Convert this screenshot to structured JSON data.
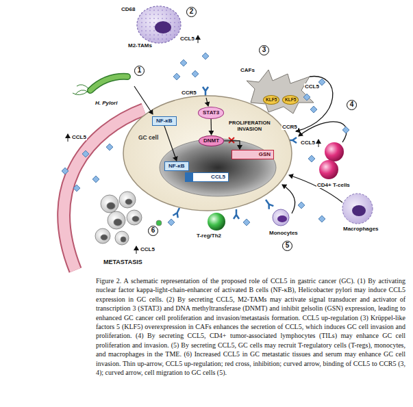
{
  "diagram": {
    "caption": "Figure 2. A schematic representation of the proposed role of CCL5 in gastric cancer (GC). (1) By activating nuclear factor kappa-light-chain-enhancer of activated B cells (NF-κB), Helicobacter pylori may induce CCL5 expression in GC cells. (2) By secreting CCL5, M2-TAMs may activate signal transducer and activator of transcription 3 (STAT3) and DNA methyltransferase (DNMT) and inhibit gelsolin (GSN) expression, leading to enhanced GC cancer cell proliferation and invasion/metastasis formation. CCL5 up-regulation (3) Krüppel-like factors 5 (KLF5) overexpression in CAFs enhances the secretion of CCL5, which induces GC cell invasion and proliferation. (4) By secreting CCL5, CD4+ tumor-associated lymphocytes (TILs) may enhance GC cell proliferation and invasion. (5) By secreting CCL5, GC cells may recruit T-regulatory cells (T-regs), monocytes, and macrophages in the TME. (6) Increased CCL5 in GC metastatic tissues and serum may enhance GC cell invasion. Thin up-arrow, CCL5 up-regulation; red cross, inhibition; curved arrow, binding of CCL5 to CCR5 (3, 4); curved arrow, cell migration to GC cells (5).",
    "nodes": [
      {
        "text": [
          "GC cell"
        ]
      },
      {
        "text": [
          "NF-κB"
        ],
        "in": 0
      },
      {
        "text": [
          "STAT3"
        ],
        "in": 0
      },
      {
        "text": [
          "DNMT"
        ],
        "in": 0
      },
      {
        "text": [
          "GSN"
        ],
        "in": 0
      },
      {
        "text": [
          "NF-κB"
        ],
        "in": 0
      },
      {
        "text": [
          "CCL5"
        ],
        "in": 0
      },
      {
        "text": [
          "KLF5"
        ]
      },
      {
        "text": [
          "KLF5"
        ]
      }
    ],
    "edges": [
      {
        "from": 1,
        "to": 5,
        "arrow": "to"
      },
      {
        "from": 2,
        "to": 3,
        "arrow": "to"
      },
      {
        "from": 3,
        "to": 4,
        "arrow": "to"
      }
    ],
    "labels": [
      "CD68",
      "2",
      "M2-TAMs",
      "CCL5",
      "3",
      "CAFs",
      "CCL5",
      "H. Pylori",
      "1",
      "CCR5",
      "4",
      "CCR5",
      "CCL5",
      "PROLIFERATION INVASION",
      "CD4+ T-cells",
      "CCL5",
      "Macrophages",
      "Monocytes",
      "T-reg/Th2",
      "5",
      "6",
      "CCL5",
      "METASTASIS"
    ]
  }
}
